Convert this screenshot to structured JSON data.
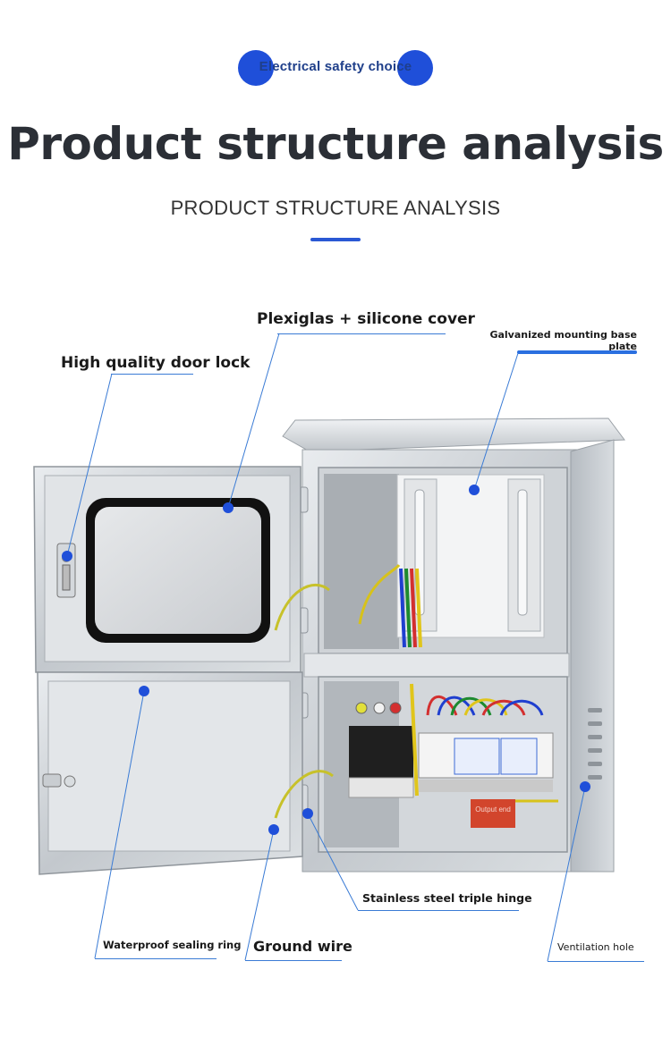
{
  "header": {
    "badge_text": "Electrical safety choice",
    "title": "Product structure analysis",
    "subtitle": "PRODUCT STRUCTURE ANALYSIS"
  },
  "callouts": {
    "plexiglas": "Plexiglas + silicone cover",
    "galvanized": "Galvanized mounting base plate",
    "door_lock": "High quality door lock",
    "hinge": "Stainless steel triple hinge",
    "sealing_ring": "Waterproof sealing ring",
    "ground_wire": "Ground wire",
    "ventilation": "Ventilation hole"
  },
  "product_sticker": "Output end",
  "colors": {
    "accent_blue": "#1f4fd9",
    "leader_blue": "#3a7bd5",
    "title_gray": "#2b2f36",
    "steel": "#c9ced3"
  }
}
